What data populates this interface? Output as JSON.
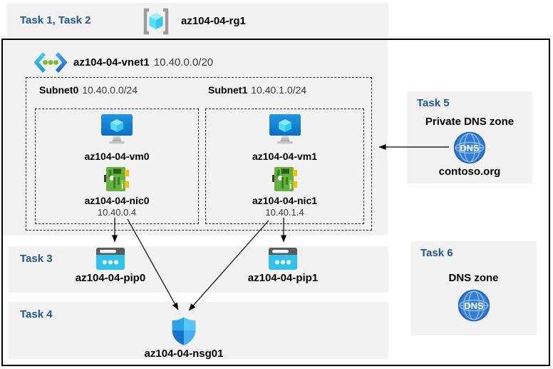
{
  "colors": {
    "task-label": "#1F5796",
    "band": "#F2F2F2"
  },
  "header": {
    "tasks_label": "Task 1, Task 2",
    "rg_name": "az104-04-rg1"
  },
  "vnet": {
    "name": "az104-04-vnet1",
    "cidr": "10.40.0.0/20",
    "subnets": [
      {
        "name": "Subnet0",
        "cidr": "10.40.0.0/24",
        "vm": "az104-04-vm0",
        "nic": "az104-04-nic0",
        "ip": "10.40.0.4"
      },
      {
        "name": "Subnet1",
        "cidr": "10.40.1.0/24",
        "vm": "az104-04-vm1",
        "nic": "az104-04-nic1",
        "ip": "10.40.1.4"
      }
    ]
  },
  "task3": {
    "label": "Task 3",
    "pip0": "az104-04-pip0",
    "pip1": "az104-04-pip1"
  },
  "task4": {
    "label": "Task 4",
    "nsg": "az104-04-nsg01"
  },
  "task5": {
    "label": "Task 5",
    "title": "Private DNS zone",
    "zone_name": "contoso.org"
  },
  "task6": {
    "label": "Task 6",
    "title": "DNS zone"
  },
  "dns_icon_text": "DNS",
  "icons": {
    "resource_group": "bracketed-cube-icon",
    "virtual_network": "chevrons-dots-icon",
    "virtual_machine": "monitor-cube-icon",
    "network_interface": "green-nic-card-icon",
    "public_ip": "cyan-browser-dots-icon",
    "dns_zone": "blue-globe-dns-icon",
    "network_security_group": "blue-shield-icon"
  },
  "connections": [
    {
      "from": "az104-04-nic0",
      "to": "az104-04-pip0"
    },
    {
      "from": "az104-04-nic0",
      "to": "az104-04-nsg01"
    },
    {
      "from": "az104-04-nic1",
      "to": "az104-04-pip1"
    },
    {
      "from": "az104-04-nic1",
      "to": "az104-04-nsg01"
    },
    {
      "from": "contoso.org",
      "to": "az104-04-vnet1 subnets"
    }
  ]
}
